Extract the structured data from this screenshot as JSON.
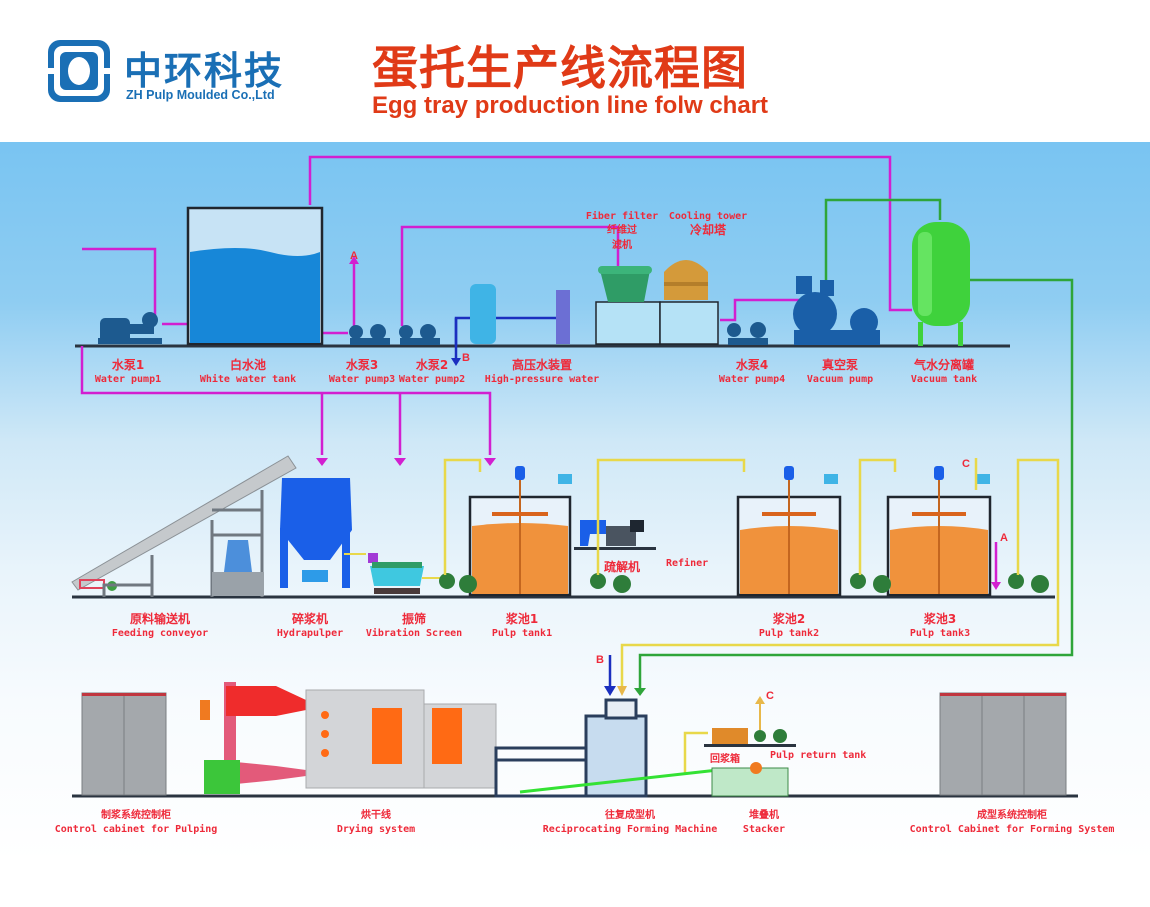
{
  "header": {
    "logo_cn": "中环科技",
    "logo_en": "ZH Pulp Moulded Co.,Ltd",
    "title_cn": "蛋托生产线流程图",
    "title_en": "Egg tray production line folw chart"
  },
  "colors": {
    "brand": "#1a6fb5",
    "title": "#e03a17",
    "label": "#ee2a3a",
    "pipe_water": "#d21fd0",
    "pipe_vacuum": "#2fa53a",
    "pipe_pulp": "#e8d84a",
    "pipe_highpressure": "#1b2fbf",
    "pulp": "#f0923c"
  },
  "row1": {
    "water_pump1": {
      "cn": "水泵1",
      "en": "Water pump1"
    },
    "white_water_tank": {
      "cn": "白水池",
      "en": "White water tank"
    },
    "water_pump3": {
      "cn": "水泵3",
      "en": "Water pump3"
    },
    "water_pump2": {
      "cn": "水泵2",
      "en": "Water pump2"
    },
    "high_pressure": {
      "cn": "高压水装置",
      "en": "High-pressure water"
    },
    "fiber_filter": {
      "cn": "纤维过滤机",
      "en": "Fiber filter"
    },
    "cooling_tower": {
      "cn": "冷却塔",
      "en": "Cooling tower"
    },
    "water_pump4": {
      "cn": "水泵4",
      "en": "Water pump4"
    },
    "vacuum_pump": {
      "cn": "真空泵",
      "en": "Vacuum pump"
    },
    "vacuum_tank": {
      "cn": "气水分离罐",
      "en": "Vacuum tank"
    }
  },
  "row2": {
    "feeding_conveyor": {
      "cn": "原料输送机",
      "en": "Feeding conveyor"
    },
    "hydrapulper": {
      "cn": "碎浆机",
      "en": "Hydrapulper"
    },
    "vibration_screen": {
      "cn": "振筛",
      "en": "Vibration Screen"
    },
    "pulp_tank1": {
      "cn": "浆池1",
      "en": "Pulp tank1"
    },
    "refiner": {
      "cn": "疏解机",
      "en": "Refiner"
    },
    "pulp_tank2": {
      "cn": "浆池2",
      "en": "Pulp tank2"
    },
    "pulp_tank3": {
      "cn": "浆池3",
      "en": "Pulp tank3"
    }
  },
  "row3": {
    "control_pulping": {
      "cn": "制浆系统控制柜",
      "en": "Control cabinet for Pulping"
    },
    "drying": {
      "cn": "烘干线",
      "en": "Drying system"
    },
    "forming_machine": {
      "cn": "往复成型机",
      "en": "Reciprocating Forming Machine"
    },
    "stacker": {
      "cn": "堆叠机",
      "en": "Stacker"
    },
    "pulp_return": {
      "cn": "回浆箱",
      "en": "Pulp return tank"
    },
    "control_forming": {
      "cn": "成型系统控制柜",
      "en": "Control Cabinet for Forming System"
    }
  },
  "connectors": {
    "a": "A",
    "b": "B",
    "c": "C"
  }
}
